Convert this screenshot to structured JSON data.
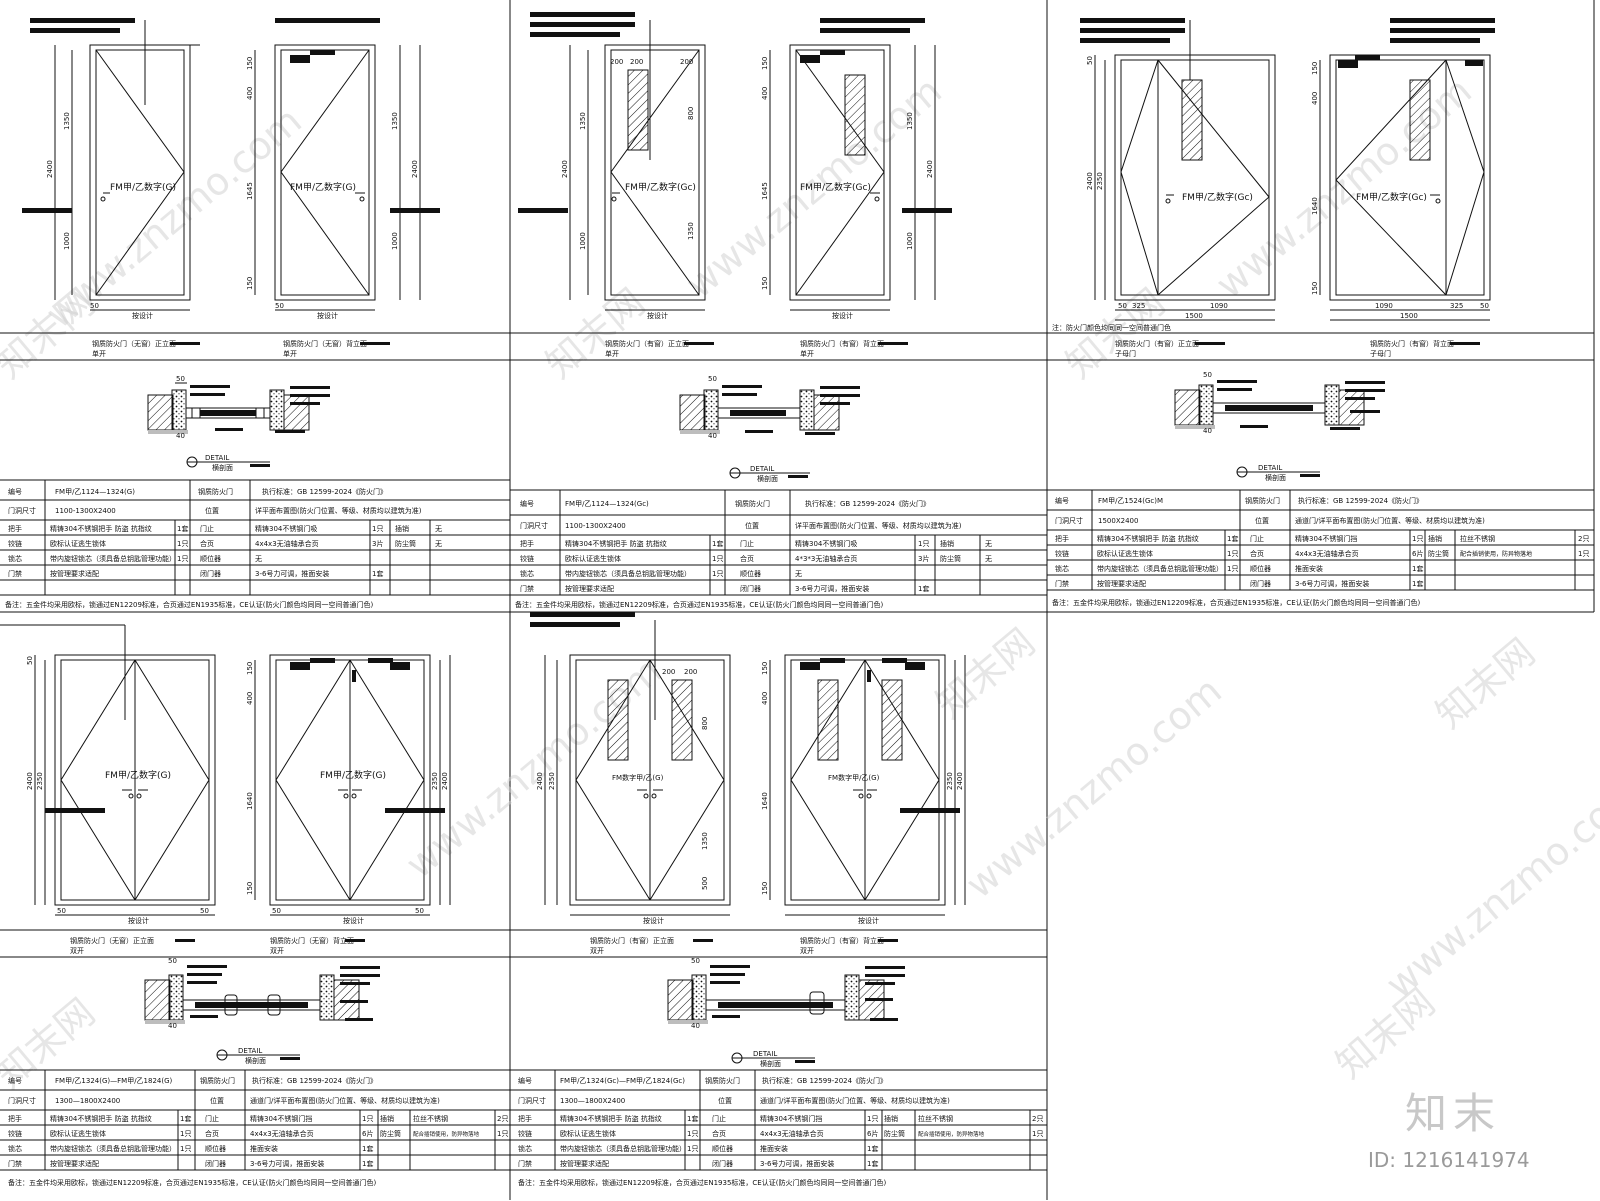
{
  "watermark_site": "www.znzmo.com",
  "watermark_brand": "知末网",
  "brand_logo": "知末",
  "brand_id": "ID: 1216141974",
  "detail_label": "DETAIL",
  "detail_sub": "横剖面",
  "panels": [
    {
      "id": "p1",
      "front_caption": "钢质防火门（无窗）正立面",
      "back_caption": "钢质防火门（无窗）背立面",
      "open_type": "单开",
      "door_label": "FM甲/乙数字(G)",
      "dims": {
        "h": "2400",
        "h2": "1350",
        "h3": "1000",
        "h4": "150",
        "h5": "400",
        "h6": "1645",
        "h7": "50",
        "w": "按设计"
      },
      "table": {
        "r1": [
          "编号",
          "FM甲/乙1124—1324(G)",
          "钢质防火门",
          "执行标准：GB 12599-2024《防火门》"
        ],
        "r2": [
          "门洞尺寸",
          "1100-1300X2400",
          "位置",
          "详平面布置图(防火门位置、等级、材质均以建筑为准)"
        ],
        "rows": [
          [
            "把手",
            "精铸304不锈钢把手 防盗 抗指纹",
            "1套",
            "门止",
            "精铸304不锈钢门吸",
            "1只",
            "插销",
            "无"
          ],
          [
            "铰链",
            "欧标认证逃生锁体",
            "1只",
            "合页",
            "4x4x3无油轴承合页",
            "3片",
            "防尘筒",
            "无"
          ],
          [
            "锁芯",
            "带内旋钮锁芯（须具备总钥匙管理功能）",
            "1只",
            "顺位器",
            "无",
            "",
            "",
            " "
          ],
          [
            "门禁",
            "按管理要求适配",
            "",
            "闭门器",
            "3-6号力可调，推面安装",
            "1套",
            "",
            ""
          ]
        ],
        "note": "备注：五金件均采用欧标，锁通过EN12209标准，合页通过EN1935标准，CE认证(防火门颜色均同同一空间普通门色)"
      }
    },
    {
      "id": "p2",
      "front_caption": "钢质防火门（有窗）正立面",
      "back_caption": "钢质防火门（有窗）背立面",
      "open_type": "单开",
      "door_label": "FM甲/乙数字(Gc)",
      "dims": {
        "h": "2400",
        "h2": "1350",
        "h3": "1000",
        "h4": "150",
        "h5": "400",
        "h6": "1645",
        "h7": "200",
        "w": "按设计"
      },
      "table": {
        "r1": [
          "编号",
          "FM甲/乙1124—1324(Gc)",
          "钢质防火门",
          "执行标准：GB 12599-2024《防火门》"
        ],
        "r2": [
          "门洞尺寸",
          "1100-1300X2400",
          "位置",
          "详平面布置图(防火门位置、等级、材质均以建筑为准)"
        ],
        "rows": [
          [
            "把手",
            "精铸304不锈钢把手 防盗 抗指纹",
            "1套",
            "门止",
            "精铸304不锈钢门吸",
            "1只",
            "插销",
            "无"
          ],
          [
            "铰链",
            "欧标认证逃生锁体",
            "1只",
            "合页",
            "4*3*3无油轴承合页",
            "3片",
            "防尘筒",
            "无"
          ],
          [
            "锁芯",
            "带内旋钮锁芯（须具备总钥匙管理功能）",
            "1只",
            "顺位器",
            "无",
            "",
            "",
            ""
          ],
          [
            "门禁",
            "按管理要求适配",
            "",
            "闭门器",
            "3-6号力可调，推面安装",
            "1套",
            "",
            ""
          ]
        ],
        "note": "备注：五金件均采用欧标，锁通过EN12209标准，合页通过EN1935标准，CE认证(防火门颜色均同同一空间普通门色)"
      }
    },
    {
      "id": "p3",
      "front_caption": "钢质防火门（有窗）正立面",
      "back_caption": "钢质防火门（有窗）背立面",
      "open_type": "子母门",
      "door_label": "FM甲/乙数字(Gc)",
      "note_top": "注：防火门颜色均同同一空间普通门色",
      "dims": {
        "h": "2400",
        "h2": "2350",
        "h3": "1640",
        "h4": "150",
        "h5": "400",
        "w": "1500",
        "w1": "1090",
        "w2": "325",
        "w3": "50"
      },
      "table": {
        "r1": [
          "编号",
          "FM甲/乙1524(Gc)M",
          "钢质防火门",
          "执行标准：GB 12599-2024《防火门》"
        ],
        "r2": [
          "门洞尺寸",
          "1500X2400",
          "位置",
          "通道门/详平面布置图(防火门位置、等级、材质均以建筑为准)"
        ],
        "rows": [
          [
            "把手",
            "精铸304不锈钢把手 防盗 抗指纹",
            "1套",
            "门止",
            "精铸304不锈钢门挡",
            "1只",
            "插销",
            "拉丝不锈钢",
            "2只"
          ],
          [
            "铰链",
            "欧标认证逃生锁体",
            "1只",
            "合页",
            "4x4x3无油轴承合页",
            "6片",
            "防尘筒",
            "配合插销使用，防异物落地",
            "1只"
          ],
          [
            "锁芯",
            "带内旋钮锁芯（须具备总钥匙管理功能）",
            "1只",
            "顺位器",
            "推面安装",
            "1套",
            "",
            ""
          ],
          [
            "门禁",
            "按管理要求适配",
            "",
            "闭门器",
            "3-6号力可调，推面安装",
            "1套",
            "",
            ""
          ]
        ],
        "note": "备注：五金件均采用欧标，锁通过EN12209标准，合页通过EN1935标准，CE认证(防火门颜色均同同一空间普通门色)"
      }
    },
    {
      "id": "p4",
      "front_caption": "钢质防火门（无窗）正立面",
      "back_caption": "钢质防火门（无窗）背立面",
      "open_type": "双开",
      "door_label": "FM甲/乙数字(G)",
      "dims": {
        "h": "2400",
        "h2": "2350",
        "h3": "1640",
        "h4": "150",
        "h5": "400",
        "h6": "50",
        "w": "按设计"
      },
      "table": {
        "r1": [
          "编号",
          "FM甲/乙1324(G)—FM甲/乙1824(G)",
          "钢质防火门",
          "执行标准：GB 12599-2024《防火门》"
        ],
        "r2": [
          "门洞尺寸",
          "1300—1800X2400",
          "位置",
          "通道门/详平面布置图(防火门位置、等级、材质均以建筑为准)"
        ],
        "rows": [
          [
            "把手",
            "精铸304不锈钢把手 防盗 抗指纹",
            "1套",
            "门止",
            "精铸304不锈钢门挡",
            "1只",
            "插销",
            "拉丝不锈钢",
            "2只"
          ],
          [
            "铰链",
            "欧标认证逃生锁体",
            "1只",
            "合页",
            "4x4x3无油轴承合页",
            "6片",
            "防尘筒",
            "配合插销使用，防异物落地",
            "1只"
          ],
          [
            "锁芯",
            "带内旋钮锁芯（须具备总钥匙管理功能）",
            "1只",
            "顺位器",
            "推面安装",
            "1套",
            "",
            ""
          ],
          [
            "门禁",
            "按管理要求适配",
            "",
            "闭门器",
            "3-6号力可调，推面安装",
            "1套",
            "",
            ""
          ]
        ],
        "note": "备注：五金件均采用欧标，锁通过EN12209标准，合页通过EN1935标准，CE认证(防火门颜色均同同一空间普通门色)"
      }
    },
    {
      "id": "p5",
      "front_caption": "钢质防火门（有窗）正立面",
      "back_caption": "钢质防火门（有窗）背立面",
      "open_type": "双开",
      "door_label": "FM数字甲/乙(G)",
      "dims": {
        "h": "2400",
        "h2": "2350",
        "h3": "1640",
        "h4": "150",
        "h5": "400",
        "h6": "800",
        "h7": "1350",
        "h8": "500",
        "w": "按设计",
        "wt": "200"
      },
      "table": {
        "r1": [
          "编号",
          "FM甲/乙1324(Gc)—FM甲/乙1824(Gc)",
          "钢质防火门",
          "执行标准：GB 12599-2024《防火门》"
        ],
        "r2": [
          "门洞尺寸",
          "1300—1800X2400",
          "位置",
          "通道门/详平面布置图(防火门位置、等级、材质均以建筑为准)"
        ],
        "rows": [
          [
            "把手",
            "精铸304不锈钢把手 防盗 抗指纹",
            "1套",
            "门止",
            "精铸304不锈钢门挡",
            "1只",
            "插销",
            "拉丝不锈钢",
            "2只"
          ],
          [
            "铰链",
            "欧标认证逃生锁体",
            "1只",
            "合页",
            "4x4x3无油轴承合页",
            "6片",
            "防尘筒",
            "配合插销使用，防异物落地",
            "1只"
          ],
          [
            "锁芯",
            "带内旋钮锁芯（须具备总钥匙管理功能）",
            "1只",
            "顺位器",
            "推面安装",
            "1套",
            "",
            ""
          ],
          [
            "门禁",
            "按管理要求适配",
            "",
            "闭门器",
            "3-6号力可调，推面安装",
            "1套",
            "",
            ""
          ]
        ],
        "note": "备注：五金件均采用欧标，锁通过EN12209标准，合页通过EN1935标准，CE认证(防火门颜色均同同一空间普通门色)"
      }
    }
  ]
}
